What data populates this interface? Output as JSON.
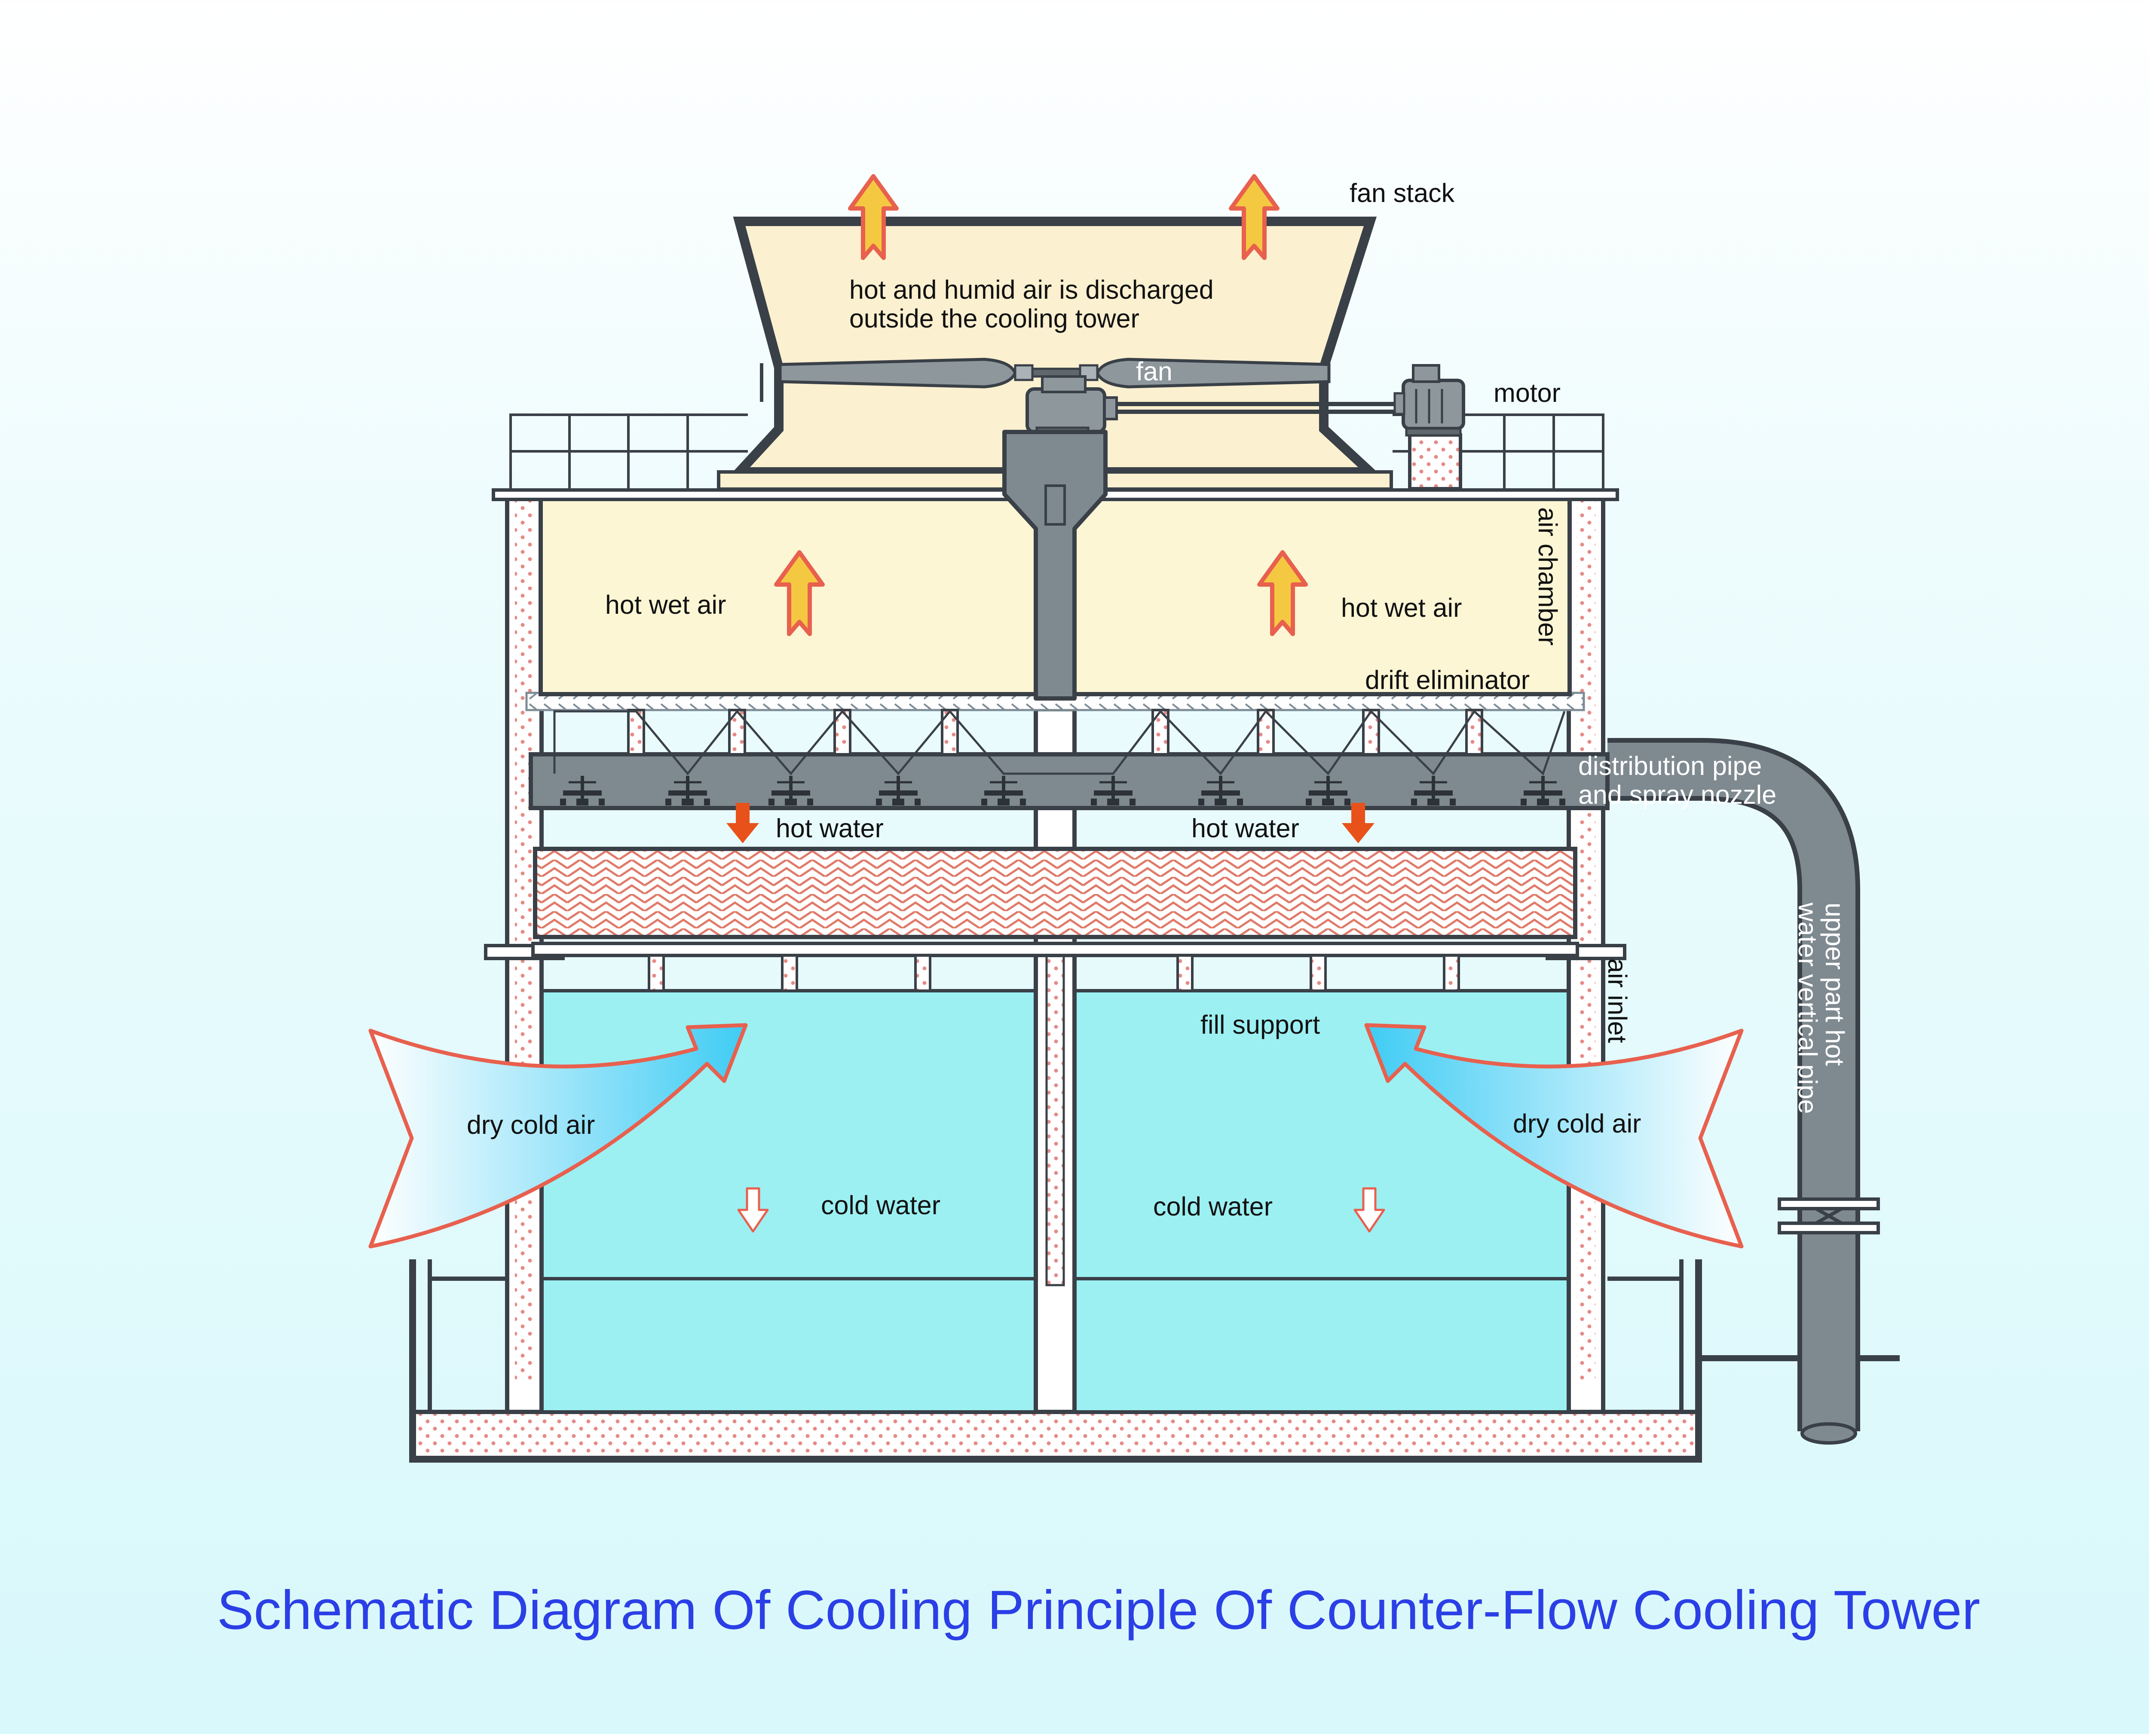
{
  "title": "Schematic Diagram Of Cooling Principle Of Counter-Flow Cooling Tower",
  "labels": {
    "fan_stack": "fan stack",
    "discharge_line1": "hot and humid air is discharged",
    "discharge_line2": "outside the cooling tower",
    "fan": "fan",
    "motor": "motor",
    "hot_wet_air_left": "hot wet air",
    "hot_wet_air_right": "hot wet air",
    "air_chamber": "air chamber",
    "drift_eliminator": "drift eliminator",
    "distribution_line1": "distribution pipe",
    "distribution_line2": "and spray nozzle",
    "hot_water_left": "hot water",
    "hot_water_right": "hot water",
    "upper_pipe_line1": "upper part hot",
    "upper_pipe_line2": "water vertical pipe",
    "air_inlet": "air inlet",
    "fill_support": "fill support",
    "dry_cold_air_left": "dry cold air",
    "dry_cold_air_right": "dry cold air",
    "cold_water_left": "cold water",
    "cold_water_right": "cold water"
  },
  "colors": {
    "title": "#2b3fe6",
    "frame": "#3a4048",
    "fan_stack_fill": "#fbf0cf",
    "air_chamber_fill": "#fcf6d4",
    "basin_fill": "#9cf0f2",
    "pipe": "#7f8a90",
    "arrow_outline": "#e8604e",
    "arrow_fill": "#f5c842",
    "hot_water_arrow": "#e8521a",
    "cold_air_fill": "#58d3f7"
  }
}
